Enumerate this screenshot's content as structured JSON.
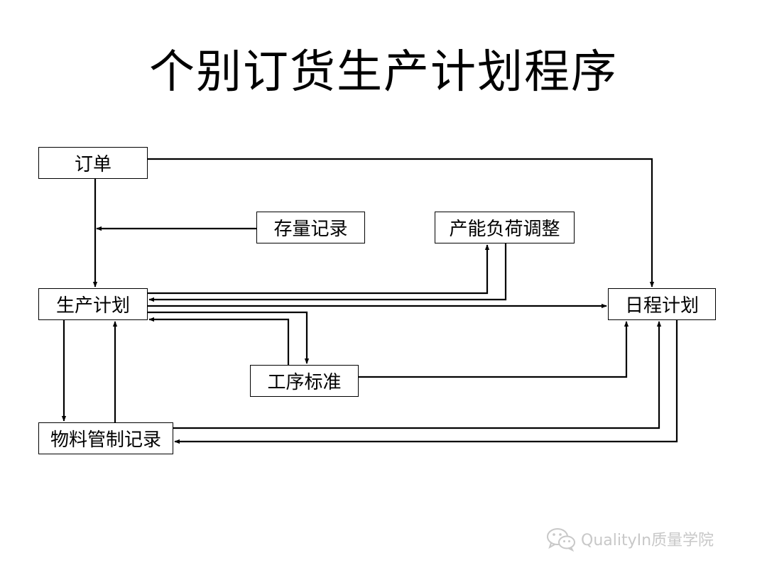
{
  "title": "个别订货生产计划程序",
  "boxes": {
    "order": "订单",
    "stock_record": "存量记录",
    "capacity_load": "产能负荷调整",
    "production_plan": "生产计划",
    "schedule_plan": "日程计划",
    "process_standard": "工序标准",
    "material_control": "物料管制记录"
  },
  "watermark": {
    "text": "QualityIn质量学院",
    "icon": "wechat-icon"
  }
}
